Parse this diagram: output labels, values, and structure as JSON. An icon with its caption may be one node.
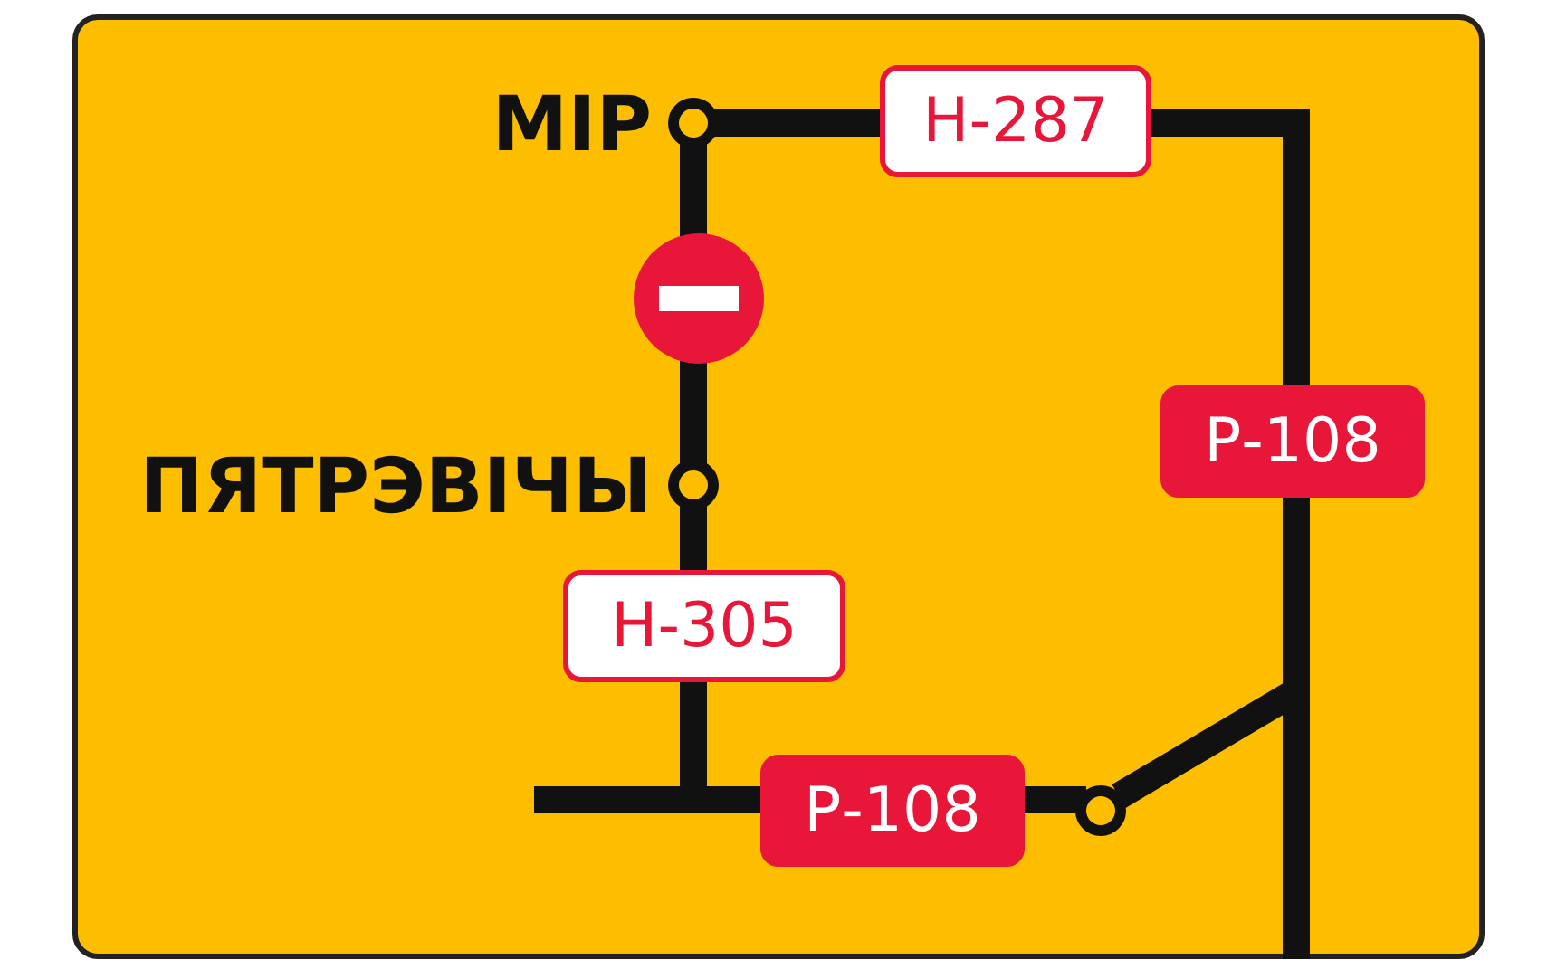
{
  "diagram": {
    "nodes": [
      {
        "text": [
          "Н-287"
        ]
      },
      {
        "text": [
          "Р-108"
        ]
      },
      {
        "text": [
          "Н-305"
        ]
      },
      {
        "text": [
          "Р-108"
        ]
      }
    ],
    "labels": [
      "МІР",
      "ПЯТРЭВІЧЫ"
    ]
  }
}
